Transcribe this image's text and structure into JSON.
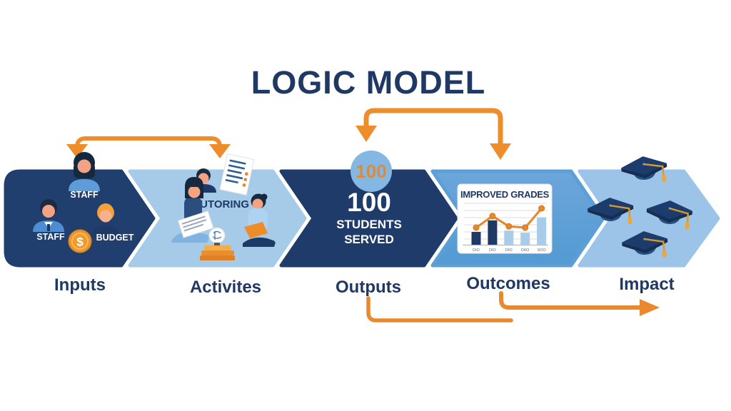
{
  "title": "LOGIC MODEL",
  "stage_labels": {
    "inputs": "Inputs",
    "activities": "Activites",
    "outputs": "Outputs",
    "outcomes": "Outcomes",
    "impact": "Impact"
  },
  "inputs": {
    "top_person_label": "STAFF",
    "left_person_label": "STAFF",
    "right_person_label": "BUDGET",
    "coin_symbol": "$"
  },
  "activities": {
    "caption": "TUTORING"
  },
  "outputs": {
    "badge_value": "100",
    "big_number": "100",
    "line1": "STUDENTS",
    "line2": "SERVED"
  },
  "outcomes": {
    "card_title": "IMPROVED GRADES"
  },
  "impact": {
    "icon": "graduation-cap",
    "cap_count": 4
  },
  "colors": {
    "navy_dark_segment": "#203e6e",
    "light_blue_segment": "#a6cbe9",
    "medium_blue_segment": "#5b9fd6",
    "impact_segment": "#9cc3e8",
    "accent_orange": "#ee8d2b",
    "text_navy": "#1f3864"
  },
  "chart_data": {
    "type": "bar+line",
    "title": "IMPROVED GRADES",
    "categories": [
      "DIO",
      "DIO",
      "DIO",
      "D6O",
      "SOO"
    ],
    "series": [
      {
        "name": "grades-bars",
        "type": "bar",
        "values": [
          30,
          57,
          33,
          28,
          64
        ],
        "colors": [
          "#1f3864",
          "#1f3864",
          "#a9cce9",
          "#a9cce9",
          "#a9cce9"
        ]
      },
      {
        "name": "trend-line",
        "type": "line",
        "values": [
          40,
          67,
          43,
          40,
          85
        ],
        "color": "#e8872b"
      }
    ],
    "ylim": [
      0,
      100
    ],
    "grid": true,
    "legend": false
  }
}
